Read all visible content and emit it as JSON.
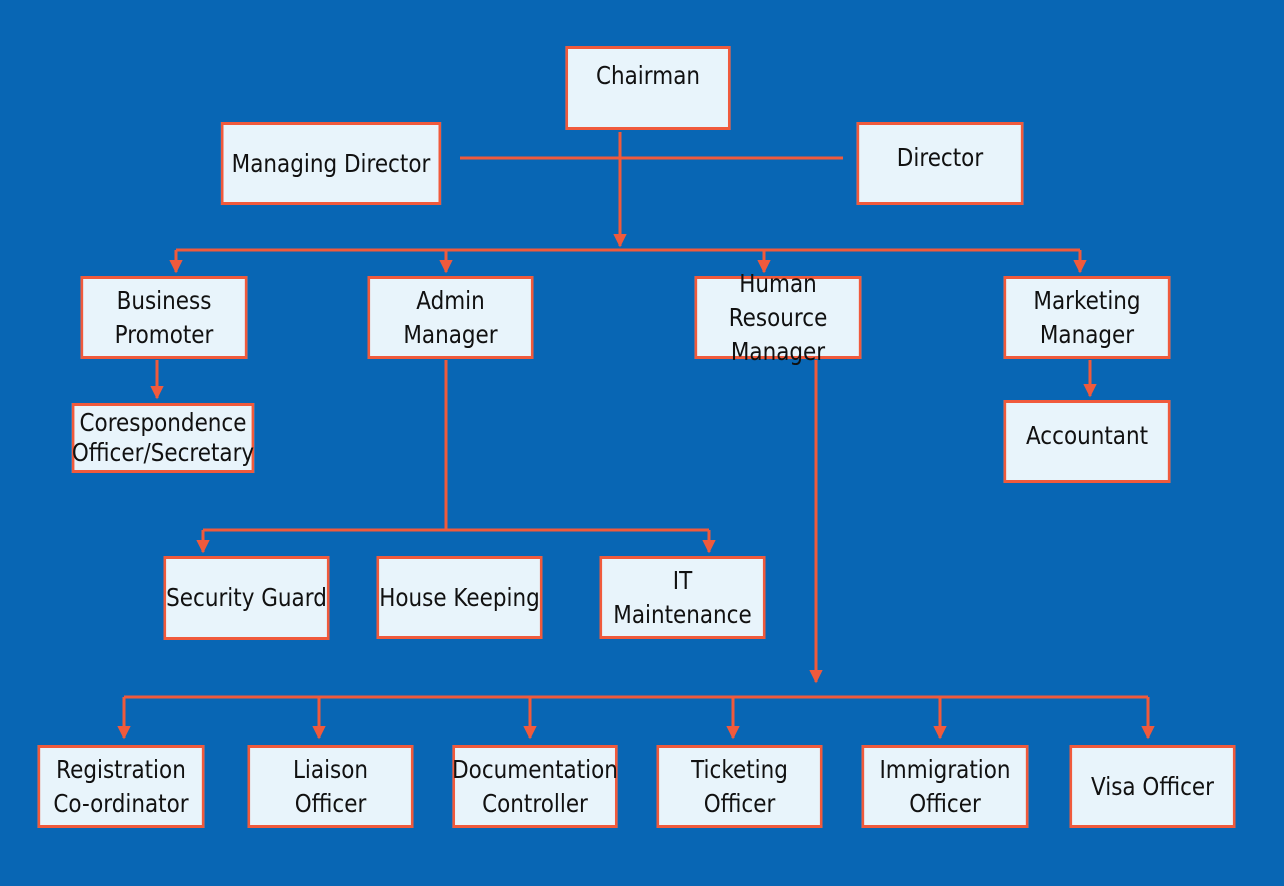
{
  "colors": {
    "background": "#0866b4",
    "box_fill": "#e8f4fb",
    "box_border": "#f05a3c",
    "connector": "#f05a3c"
  },
  "nodes": {
    "chairman": "Chairman",
    "managing_director": "Managing Director",
    "director": "Director",
    "business_promoter": "Business\nPromoter",
    "admin_manager": "Admin\nManager",
    "hr_manager": "Human Resource\nManager",
    "marketing_manager": "Marketing\nManager",
    "correspondence_officer": "Corespondence\nOfficer/Secretary",
    "accountant": "Accountant",
    "security_guard": "Security Guard",
    "house_keeping": "House Keeping",
    "it_maintenance": "IT Maintenance",
    "registration_coordinator": "Registration\nCo-ordinator",
    "liaison_officer": "Liaison\nOfficer",
    "documentation_controller": "Documentation\nController",
    "ticketing_officer": "Ticketing\nOfficer",
    "immigration_officer": "Immigration\nOfficer",
    "visa_officer": "Visa Officer"
  }
}
